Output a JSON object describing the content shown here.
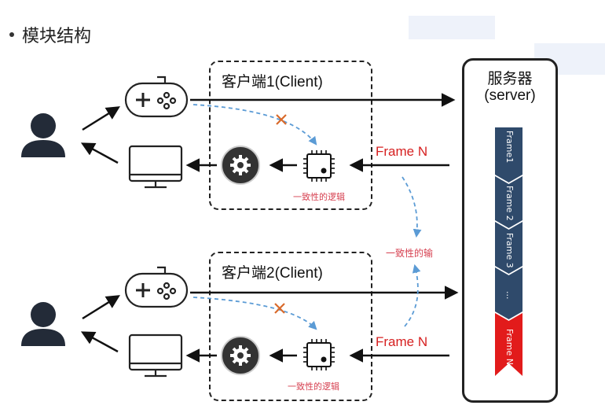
{
  "heading": "模块结构",
  "clients": [
    {
      "title": "客户端1(Client)",
      "logic_label": "一致性的逻辑",
      "frame_label": "Frame N"
    },
    {
      "title": "客户端2(Client)",
      "logic_label": "一致性的逻辑",
      "frame_label": "Frame N"
    }
  ],
  "server": {
    "title_line1": "服务器",
    "title_line2": "(server)"
  },
  "frames": [
    "Frame1",
    "Frame 2",
    "Frame 3",
    "...",
    "Frame N"
  ],
  "consistency_label": "一致性的输",
  "icons": {
    "user": "person-icon",
    "input": "gamepad-icon",
    "output": "monitor-icon",
    "render": "gear-icon",
    "logic": "chip-icon",
    "blocked": "x-mark-icon"
  },
  "colors": {
    "frame_band": "#2f4a6b",
    "frame_last": "#e21b1b",
    "label_red": "#d62020",
    "dashed_blue": "#5b9bd5"
  }
}
